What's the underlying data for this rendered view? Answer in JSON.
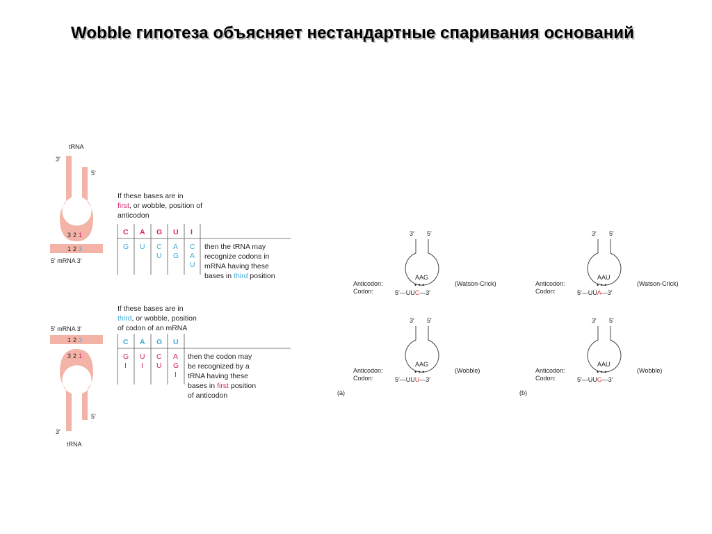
{
  "title": "Wobble гипотеза объясняет нестандартные спаривания оснований",
  "colors": {
    "trna": "#f4b3a7",
    "magenta": "#d6206f",
    "cyan": "#3fa9d8",
    "highlight": "#e03a3a"
  },
  "left_top": {
    "trna_label": "tRNA",
    "three_prime": "3′",
    "five_prime": "5′",
    "anticodon_numbers": {
      "a": "3",
      "b": "2",
      "c": "1"
    },
    "mrna_numbers": {
      "a": "1",
      "b": "2",
      "c": "3"
    },
    "mrna_label": "5′  mRNA  3′",
    "caption_line1": "If these bases are in",
    "caption_line2_colored": "first",
    "caption_line2_rest": ", or wobble, position of",
    "caption_line3": "anticodon",
    "header_bases": [
      "C",
      "A",
      "G",
      "U",
      "I"
    ],
    "pair_col1": [
      "G"
    ],
    "pair_col2": [
      "U"
    ],
    "pair_col3": [
      "C",
      "U"
    ],
    "pair_col4": [
      "A",
      "G"
    ],
    "pair_col5": [
      "C",
      "A",
      "U"
    ],
    "result_line1": "then the tRNA may",
    "result_line2": "recognize codons in",
    "result_line3": "mRNA having these",
    "result_line4_pre": "bases in ",
    "result_line4_colored": "third",
    "result_line4_post": " position"
  },
  "left_bottom": {
    "trna_label": "tRNA",
    "three_prime": "3′",
    "five_prime": "5′",
    "anticodon_numbers": {
      "a": "3",
      "b": "2",
      "c": "1"
    },
    "mrna_numbers": {
      "a": "1",
      "b": "2",
      "c": "3"
    },
    "mrna_label": "5′  mRNA  3′",
    "caption_line1": "If these bases are in",
    "caption_line2_colored": "third",
    "caption_line2_rest": ", or wobble, position",
    "caption_line3": "of codon of an mRNA",
    "header_bases": [
      "C",
      "A",
      "G",
      "U"
    ],
    "pair_col1": [
      "G",
      "I"
    ],
    "pair_col2": [
      "U",
      "I"
    ],
    "pair_col3": [
      "C",
      "U"
    ],
    "pair_col4": [
      "A",
      "G",
      "I"
    ],
    "result_line1": "then the codon may",
    "result_line2": "be recognized by a",
    "result_line3": "tRNA having these",
    "result_line4_pre": "bases in ",
    "result_line4_colored": "first",
    "result_line4_post": " position",
    "result_line5": "of anticodon"
  },
  "panel_a": {
    "label": "(a)",
    "top": {
      "three_prime": "3′",
      "five_prime": "5′",
      "anticodon": "AAG",
      "dots": "• • •",
      "row_anticodon": "Anticodon:",
      "row_codon": "Codon:",
      "codon_5": "5′—",
      "codon_normal": "UU",
      "codon_colored": "C",
      "codon_3": "—3′",
      "pairing": "(Watson-Crick)"
    },
    "bottom": {
      "three_prime": "3′",
      "five_prime": "5′",
      "anticodon": "AAG",
      "dots": "• • •",
      "row_anticodon": "Anticodon:",
      "row_codon": "Codon:",
      "codon_5": "5′—",
      "codon_normal": "UU",
      "codon_colored": "U",
      "codon_3": "—3′",
      "pairing": "(Wobble)"
    }
  },
  "panel_b": {
    "label": "(b)",
    "top": {
      "three_prime": "3′",
      "five_prime": "5′",
      "anticodon": "AAU",
      "dots": "• • •",
      "row_anticodon": "Anticodon:",
      "row_codon": "Codon:",
      "codon_5": "5′—",
      "codon_normal": "UU",
      "codon_colored": "A",
      "codon_3": "—3′",
      "pairing": "(Watson-Crick)"
    },
    "bottom": {
      "three_prime": "3′",
      "five_prime": "5′",
      "anticodon": "AAU",
      "dots": "• • •",
      "row_anticodon": "Anticodon:",
      "row_codon": "Codon:",
      "codon_5": "5′—",
      "codon_normal": "UU",
      "codon_colored": "G",
      "codon_3": "—3′",
      "pairing": "(Wobble)"
    }
  }
}
